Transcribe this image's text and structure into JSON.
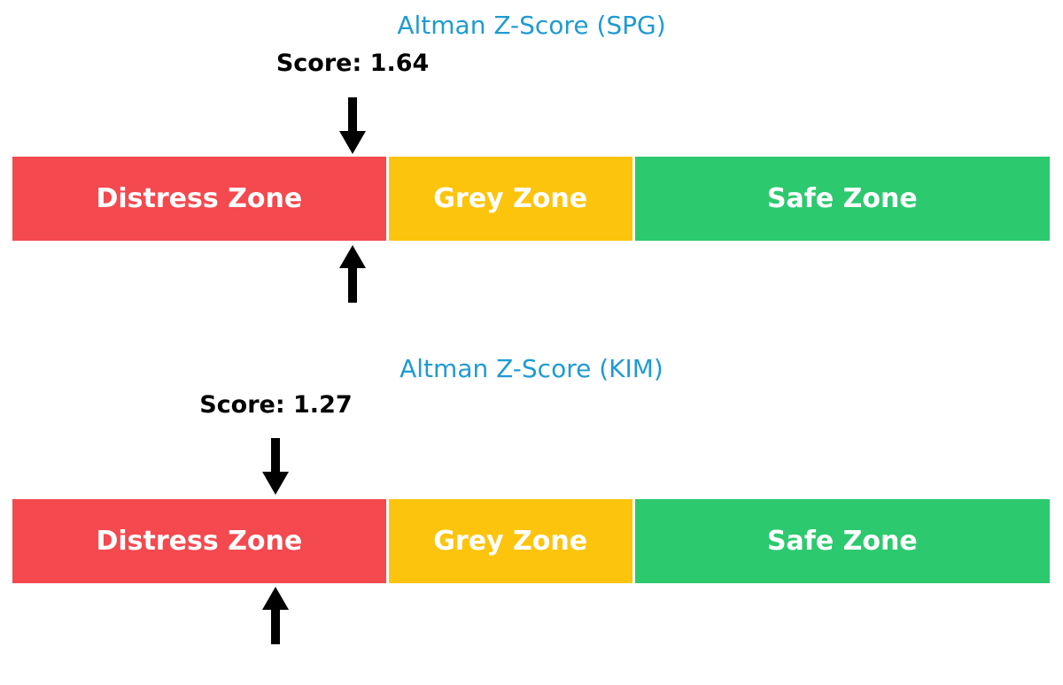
{
  "colors": {
    "title_blue": "#1f9bd1",
    "score_text": "#000000",
    "arrow": "#000000",
    "zone_label": "#ffffff",
    "distress_red": "#f4494f",
    "grey_yellow": "#fcc40d",
    "safe_green": "#2dc96f",
    "background": "#ffffff"
  },
  "chart_data": [
    {
      "type": "bar",
      "orientation": "horizontal",
      "style": "zone-indicator-bullet",
      "title": "Altman Z-Score (SPG)",
      "title_color": "#1f9bd1",
      "score": 1.64,
      "score_label": "Score: 1.64",
      "score_zone": "Distress Zone",
      "axis_range": [
        0,
        5
      ],
      "grid": false,
      "legend": false,
      "zones": [
        {
          "label": "Distress Zone",
          "from": 0,
          "to": 1.81,
          "color": "#f4494f"
        },
        {
          "label": "Grey Zone",
          "from": 1.81,
          "to": 2.99,
          "color": "#fcc40d"
        },
        {
          "label": "Safe Zone",
          "from": 2.99,
          "to": 5,
          "color": "#2dc96f"
        }
      ]
    },
    {
      "type": "bar",
      "orientation": "horizontal",
      "style": "zone-indicator-bullet",
      "title": "Altman Z-Score (KIM)",
      "title_color": "#1f9bd1",
      "score": 1.27,
      "score_label": "Score: 1.27",
      "score_zone": "Distress Zone",
      "axis_range": [
        0,
        5
      ],
      "grid": false,
      "legend": false,
      "zones": [
        {
          "label": "Distress Zone",
          "from": 0,
          "to": 1.81,
          "color": "#f4494f"
        },
        {
          "label": "Grey Zone",
          "from": 1.81,
          "to": 2.99,
          "color": "#fcc40d"
        },
        {
          "label": "Safe Zone",
          "from": 2.99,
          "to": 5,
          "color": "#2dc96f"
        }
      ]
    }
  ]
}
